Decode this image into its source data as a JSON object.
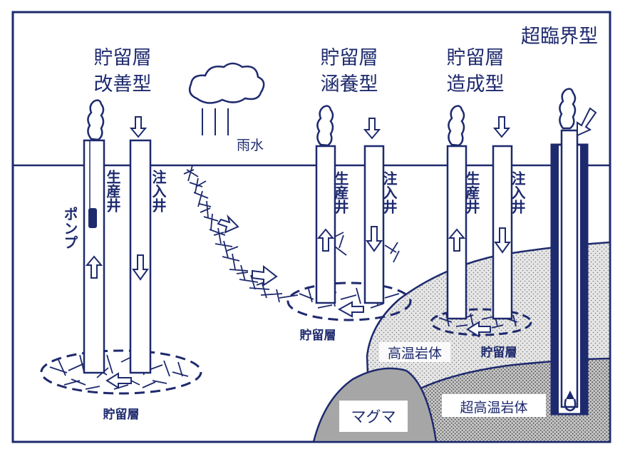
{
  "colors": {
    "ink": "#1e2a6e",
    "hot_rock": "#d9d9d9",
    "super_hot_rock": "#b8b8b8",
    "magma": "#a6a6a6"
  },
  "types": {
    "improvement": {
      "line1": "貯留層",
      "line2": "改善型"
    },
    "recharge": {
      "line1": "貯留層",
      "line2": "涵養型"
    },
    "creation": {
      "line1": "貯留層",
      "line2": "造成型"
    },
    "supercritical": "超臨界型"
  },
  "wells": {
    "production": "生産井",
    "injection": "注入井",
    "pump": "ポンプ"
  },
  "rain": "雨水",
  "reservoir": "貯留層",
  "rocks": {
    "hot": "高温岩体",
    "super_hot": "超高温岩体",
    "magma": "マグマ"
  },
  "icons": [
    "cloud-icon",
    "steam-plume-icon",
    "down-arrow-icon",
    "up-arrow-icon",
    "right-arrow-icon",
    "left-arrow-icon"
  ]
}
